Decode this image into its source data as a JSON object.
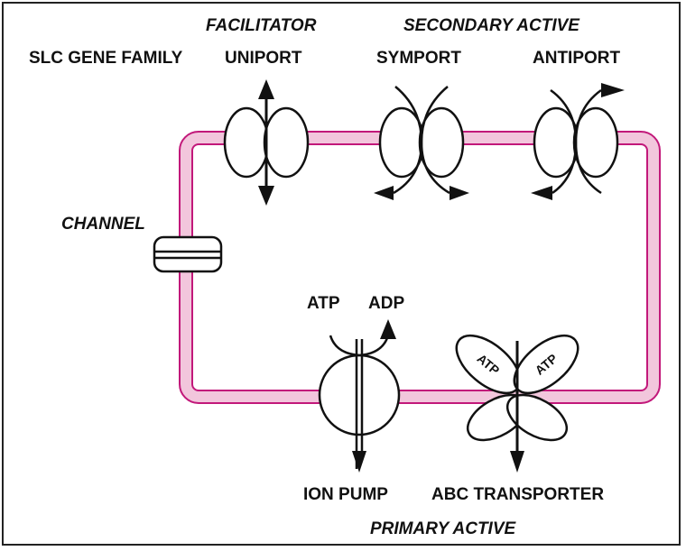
{
  "labels": {
    "slc_gene_family": "SLC GENE FAMILY",
    "facilitator": "FACILITATOR",
    "uniport": "UNIPORT",
    "secondary_active": "SECONDARY ACTIVE",
    "symport": "SYMPORT",
    "antiport": "ANTIPORT",
    "channel": "CHANNEL",
    "atp": "ATP",
    "adp": "ADP",
    "ion_pump": "ION PUMP",
    "abc_transporter": "ABC TRANSPORTER",
    "primary_active": "PRIMARY ACTIVE",
    "abc_atp_left": "ATP",
    "abc_atp_right": "ATP"
  },
  "colors": {
    "membrane": "#c2187a",
    "membrane_fill": "#f2c6dc",
    "ink": "#111111"
  }
}
